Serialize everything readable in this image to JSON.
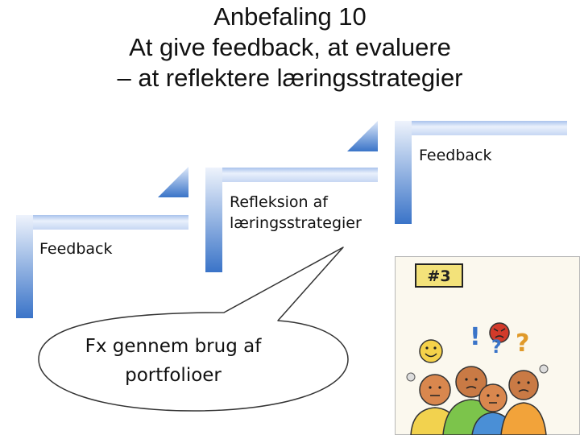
{
  "title": {
    "line1": "Anbefaling 10",
    "line2": "At give feedback, at evaluere",
    "line3": "– at reflektere læringsstrategier"
  },
  "steps": [
    {
      "label": "Feedback"
    },
    {
      "label_line1": "Refleksion af",
      "label_line2": "læringsstrategier"
    },
    {
      "label": "Feedback"
    }
  ],
  "callout": {
    "line1": "Fx gennem brug af",
    "line2": "portfolioer"
  },
  "cartoon": {
    "sign_text": "#3",
    "question_marks": [
      "?",
      "?"
    ],
    "exclamation": "!"
  },
  "colors": {
    "step_dark": "#3a74c8",
    "step_light": "#e7eefb",
    "sign": "#f3e27a"
  }
}
